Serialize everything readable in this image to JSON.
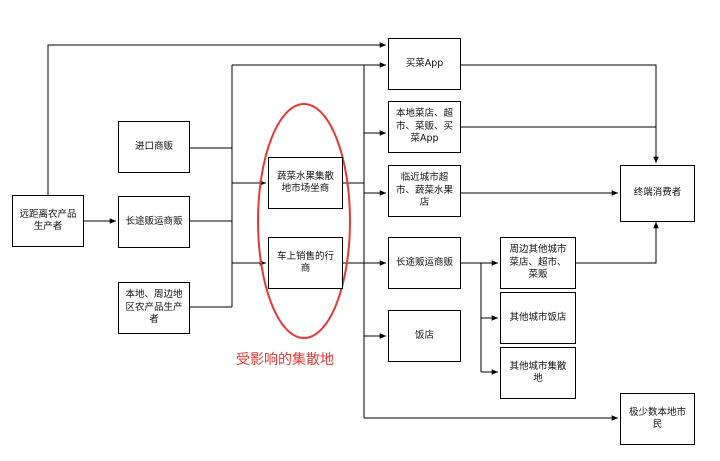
{
  "nodes": {
    "far_producer": "远距离农产品生产者",
    "import_dealer": "进口商贩",
    "long_distance_dealer_left": "长途贩运商贩",
    "local_producer": "本地、周边地区农产品生产者",
    "wholesale_market": "蔬菜水果集散地市场坐商",
    "truck_seller": "车上销售的行商",
    "app": "买菜App",
    "local_markets": "本地菜店、超市、菜贩、买菜App",
    "nearby_city": "临近城市超市、蔬菜水果店",
    "long_distance_dealer_right": "长途贩运商贩",
    "restaurant": "饭店",
    "surrounding_city": "周边其他城市菜店、超市、菜贩",
    "other_city_restaurant": "其他城市饭店",
    "other_city_market": "其他城市集散地",
    "consumer": "终端消费者",
    "few_locals": "极少数本地市民"
  },
  "annotation": "受影响的集散地",
  "colors": {
    "line": "#000000",
    "highlight": "#e53935"
  }
}
